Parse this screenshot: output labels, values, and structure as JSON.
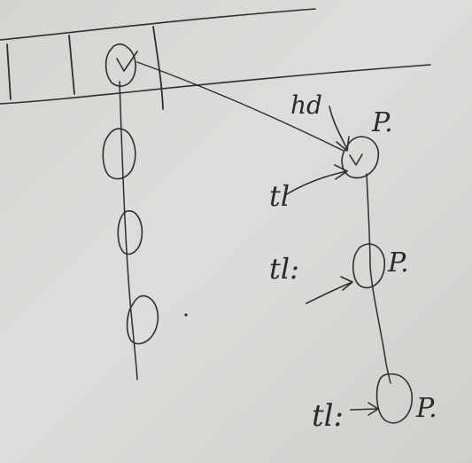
{
  "diagram": {
    "hd_label": "hd",
    "p_labels": [
      "P.",
      "P.",
      "P."
    ],
    "tl_labels": [
      "tl",
      "tl:",
      "tl:"
    ]
  },
  "colors": {
    "paper": "#d9d9d6",
    "ink": "#2e2e30"
  }
}
